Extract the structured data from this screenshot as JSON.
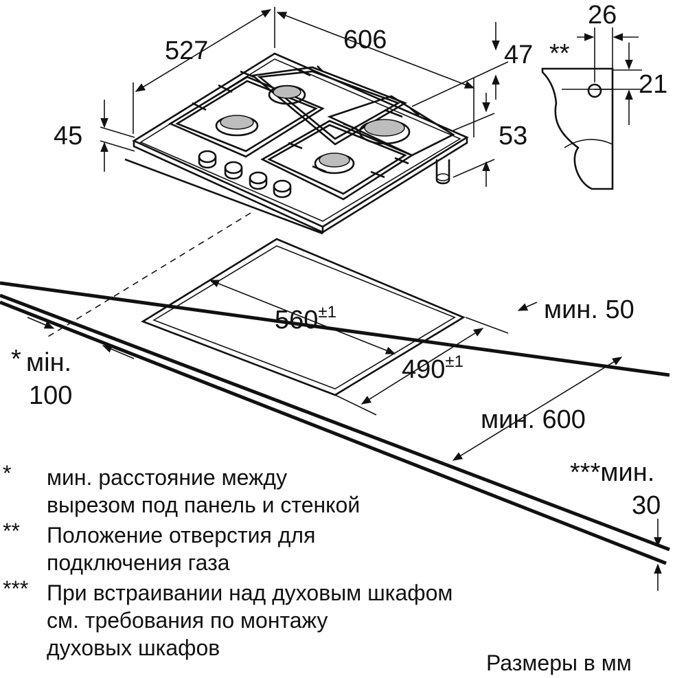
{
  "dimensions": {
    "width_total": "606",
    "depth_total": "527",
    "height_front": "45",
    "offset_top": "47",
    "height_side": "53",
    "gas_width": "26",
    "gas_height": "21",
    "gas_mark": "**",
    "cutout_width": "560",
    "cutout_width_tol": "±1",
    "cutout_depth": "490",
    "cutout_depth_tol": "±1",
    "min_back": "мин. 50",
    "min_side": "мин. 600",
    "min_front_star": "*",
    "min_front_label": "мін.",
    "min_front_value": "100",
    "min_oven_label": "***мин.",
    "min_oven_value": "30"
  },
  "notes": [
    {
      "mark": "*",
      "lines": [
        "мин. расстояние между",
        "вырезом под панель и стенкой"
      ]
    },
    {
      "mark": "**",
      "lines": [
        "Положение отверстия для",
        "подключения газа"
      ]
    },
    {
      "mark": "***",
      "lines": [
        "При встраивании над духовым шкафом",
        "см. требования по монтажу",
        "духовых шкафов"
      ]
    }
  ],
  "units": "Размеры в мм"
}
